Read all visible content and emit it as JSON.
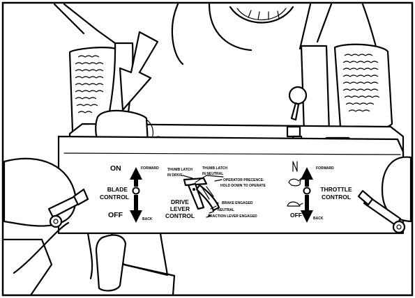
{
  "blade": {
    "on": "ON",
    "off": "OFF",
    "forward": "FORWARD",
    "back": "BACK",
    "control_line1": "BLADE",
    "control_line2": "CONTROL"
  },
  "drive": {
    "thumb_latch_drive_line1": "THUMB LATCH",
    "thumb_latch_drive_line2": "IN DRIVE",
    "thumb_latch_neutral_line1": "THUMB LATCH",
    "thumb_latch_neutral_line2": "IN NEUTRAL",
    "operator_presence_line1": "OPERATOR PRECENCE-",
    "operator_presence_line2": "HOLD DOWN TO OPERATE",
    "brake_engaged": "BRAKE ENGAGED",
    "neutral": "NEUTRAL",
    "traction_lever_engaged": "TRACTION LEVER ENGAGED",
    "control_line1": "DRIVE",
    "control_line2": "LEVER",
    "control_line3": "CONTROL"
  },
  "throttle": {
    "forward": "FORWARD",
    "back": "BACK",
    "off": "OFF",
    "control_line1": "THROTTLE",
    "control_line2": "CONTROL",
    "fast_icon": "rabbit-icon",
    "slow_icon": "turtle-icon",
    "choke_icon": "choke-icon"
  }
}
